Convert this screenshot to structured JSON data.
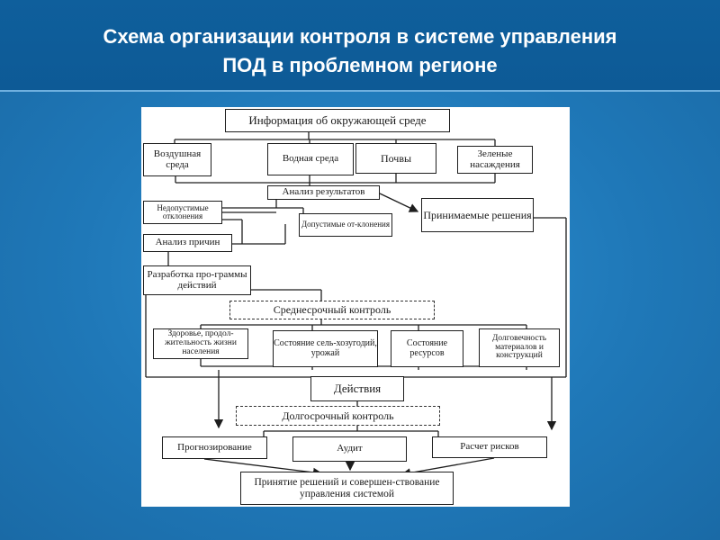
{
  "title": {
    "line1": "Схема организации контроля в системе управления",
    "line2": "ПОД в проблемном регионе"
  },
  "diagram": {
    "info": "Информация об окружающей среде",
    "air": "Воздушная среда",
    "water": "Водная среда",
    "soil": "Почвы",
    "green": "Зеленые насаждения",
    "analysis": "Анализ результатов",
    "unacceptable": "Недопустимые отклонения",
    "acceptable": "Допустимые от-клонения",
    "decisions": "Принимаемые решения",
    "causes": "Анализ причин",
    "program": "Разработка про-граммы действий",
    "midterm": "Среднесрочный контроль",
    "health": "Здоровье, продол-жительность жизни населения",
    "agri": "Состояние сель-хозугодий, урожай",
    "resources": "Состояние ресурсов",
    "durability": "Долговечность материалов и конструкций",
    "actions": "Действия",
    "longterm": "Долгосрочный контроль",
    "forecast": "Прогнозирование",
    "audit": "Аудит",
    "risks": "Расчет рисков",
    "final": "Принятие решений и совершен-ствование управления системой"
  }
}
